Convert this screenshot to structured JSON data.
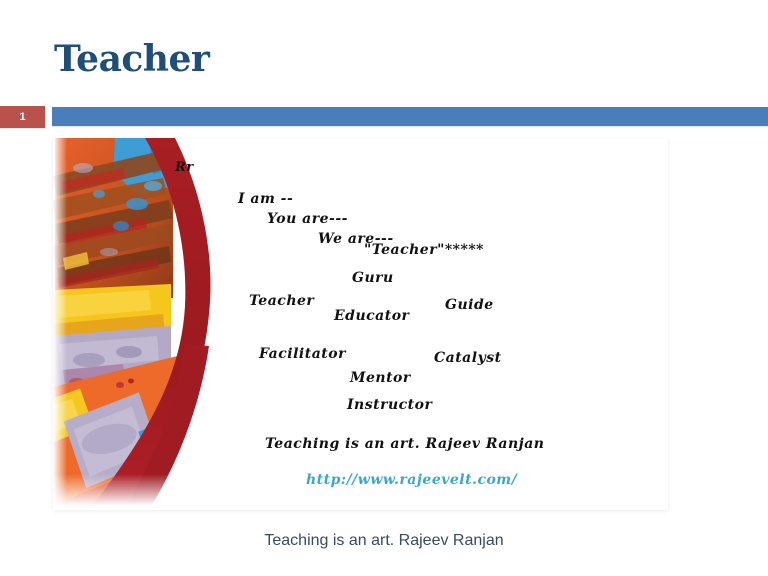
{
  "slide": {
    "title": "Teacher",
    "number": "1",
    "accent_blue": "#4A7EBB",
    "badge_red": "#B9524B",
    "title_color": "#1F4E79"
  },
  "picture": {
    "alt_name": "teacher-word-collage",
    "art_panel_name": "abstract-paint-artwork",
    "lines": [
      {
        "key": "rr",
        "text": "Rr"
      },
      {
        "key": "i_am",
        "text": "I am --"
      },
      {
        "key": "you_are",
        "text": "You are---"
      },
      {
        "key": "we_are",
        "text": "We are---"
      },
      {
        "key": "teacher_q",
        "text": "\"Teacher\"*****"
      },
      {
        "key": "guru",
        "text": "Guru"
      },
      {
        "key": "teacher",
        "text": "Teacher"
      },
      {
        "key": "educator",
        "text": "Educator"
      },
      {
        "key": "guide",
        "text": "Guide"
      },
      {
        "key": "facilitator",
        "text": "Facilitator"
      },
      {
        "key": "catalyst",
        "text": "Catalyst"
      },
      {
        "key": "mentor",
        "text": "Mentor"
      },
      {
        "key": "instructor",
        "text": "Instructor"
      },
      {
        "key": "tagline",
        "text": "Teaching is an art. Rajeev Ranjan"
      },
      {
        "key": "url",
        "text": "http://www.rajeevelt.com/",
        "color": "#3BA8C8"
      }
    ]
  },
  "caption": {
    "text": "Teaching is an art. Rajeev Ranjan",
    "color": "#3A4A63"
  }
}
